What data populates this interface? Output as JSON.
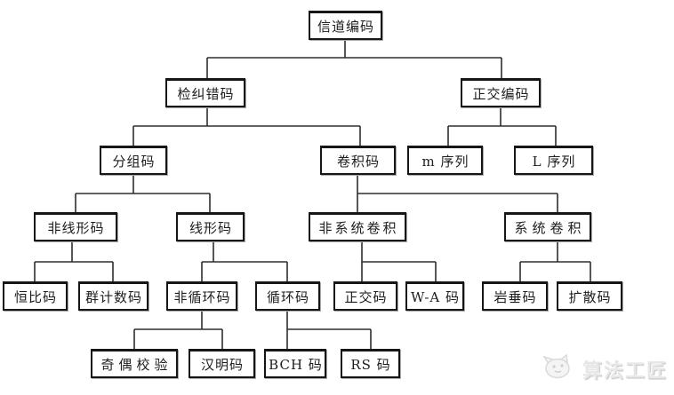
{
  "diagram": {
    "type": "tree",
    "nodes": {
      "channel_coding": {
        "label": "信道编码"
      },
      "error_detect_correct": {
        "label": "检纠错码"
      },
      "orthogonal_coding": {
        "label": "正交编码"
      },
      "block_code": {
        "label": "分组码"
      },
      "convolutional_code": {
        "label": "卷积码"
      },
      "m_sequence": {
        "label": "m 序列"
      },
      "l_sequence": {
        "label": "L 序列"
      },
      "nonlinear_code": {
        "label": "非线形码"
      },
      "linear_code": {
        "label": "线形码"
      },
      "nonsystematic_conv": {
        "label": "非系统卷积"
      },
      "systematic_conv": {
        "label": "系统卷积"
      },
      "constant_ratio_code": {
        "label": "恒比码"
      },
      "group_counting_code": {
        "label": "群计数码"
      },
      "noncyclic_code": {
        "label": "非循环码"
      },
      "cyclic_code": {
        "label": "循环码"
      },
      "orthogonal_code": {
        "label": "正交码"
      },
      "wa_code": {
        "label": "W-A 码"
      },
      "iwadare_code": {
        "label": "岩垂码"
      },
      "diffusion_code": {
        "label": "扩散码"
      },
      "parity_check": {
        "label": "奇偶校验"
      },
      "hamming_code": {
        "label": "汉明码"
      },
      "bch_code": {
        "label": "BCH 码"
      },
      "rs_code": {
        "label": "RS 码"
      }
    },
    "edges": [
      [
        "channel_coding",
        "error_detect_correct"
      ],
      [
        "channel_coding",
        "orthogonal_coding"
      ],
      [
        "error_detect_correct",
        "block_code"
      ],
      [
        "error_detect_correct",
        "convolutional_code"
      ],
      [
        "orthogonal_coding",
        "m_sequence"
      ],
      [
        "orthogonal_coding",
        "l_sequence"
      ],
      [
        "block_code",
        "nonlinear_code"
      ],
      [
        "block_code",
        "linear_code"
      ],
      [
        "convolutional_code",
        "nonsystematic_conv"
      ],
      [
        "convolutional_code",
        "systematic_conv"
      ],
      [
        "nonlinear_code",
        "constant_ratio_code"
      ],
      [
        "nonlinear_code",
        "group_counting_code"
      ],
      [
        "linear_code",
        "noncyclic_code"
      ],
      [
        "linear_code",
        "cyclic_code"
      ],
      [
        "nonsystematic_conv",
        "orthogonal_code"
      ],
      [
        "nonsystematic_conv",
        "wa_code"
      ],
      [
        "systematic_conv",
        "iwadare_code"
      ],
      [
        "systematic_conv",
        "diffusion_code"
      ],
      [
        "noncyclic_code",
        "parity_check"
      ],
      [
        "noncyclic_code",
        "hamming_code"
      ],
      [
        "cyclic_code",
        "bch_code"
      ],
      [
        "cyclic_code",
        "rs_code"
      ]
    ],
    "watermark": {
      "text": "算法工匠",
      "icon": "mascot-cat-icon"
    },
    "colors": {
      "background": "#ffffff",
      "box_bg": "#ffffff",
      "box_border": "#161616",
      "line": "#2e2e2e",
      "watermark_text": "#e7e7e7"
    }
  }
}
